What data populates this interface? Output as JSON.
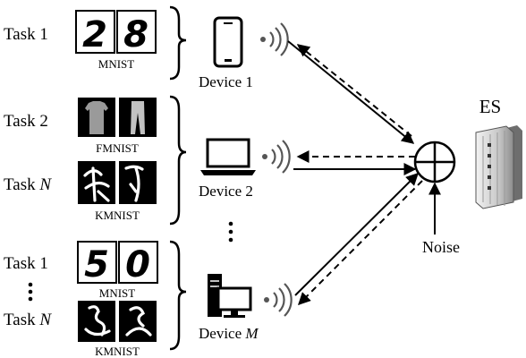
{
  "groups": [
    {
      "tasks": [
        {
          "name": "Task",
          "num": "1"
        }
      ],
      "datasets": [
        "MNIST"
      ],
      "mnist_digits": [
        "2",
        "8"
      ],
      "device": {
        "name": "Device",
        "num": "1"
      }
    },
    {
      "tasks": [
        {
          "name": "Task",
          "num": "2"
        },
        {
          "name": "Task",
          "num": "N"
        }
      ],
      "datasets": [
        "FMNIST",
        "KMNIST"
      ],
      "device": {
        "name": "Device",
        "num": "2"
      }
    },
    {
      "tasks": [
        {
          "name": "Task",
          "num": "1"
        },
        {
          "name": "Task",
          "num": "N"
        }
      ],
      "datasets": [
        "MNIST",
        "KMNIST"
      ],
      "mnist_digits": [
        "5",
        "0"
      ],
      "device": {
        "name": "Device",
        "num": "M"
      }
    }
  ],
  "server": {
    "label": "ES"
  },
  "noise": {
    "label": "Noise"
  },
  "icons": [
    "smartphone-icon",
    "laptop-icon",
    "desktop-pc-icon",
    "wireless-signal-icon",
    "server-rack-icon",
    "summation-node-icon"
  ]
}
